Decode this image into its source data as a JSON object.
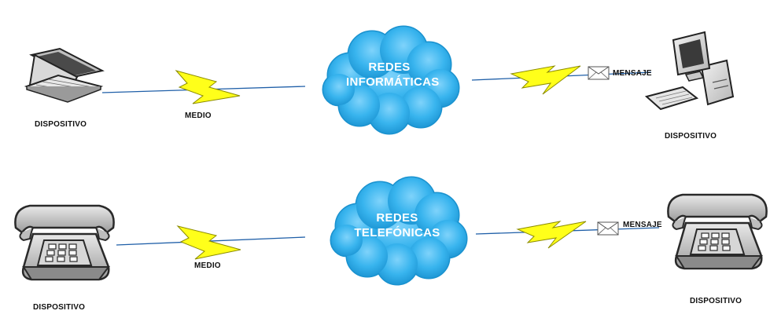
{
  "colors": {
    "cloud_fill": "#35b2ec",
    "cloud_dark": "#1a92cf",
    "lightning": "#ffff1a",
    "lightning_stroke": "#8c8c00",
    "link_line": "#1f5fa8",
    "device_gray": "#9a9a9a"
  },
  "networks": [
    {
      "cloud": {
        "line1": "REDES",
        "line2": "INFORMÁTICAS"
      },
      "left_device": {
        "label": "DISPOSITIVO",
        "icon": "laptop-icon"
      },
      "right_device": {
        "label": "DISPOSITIVO",
        "icon": "desktop-computer-icon"
      },
      "medium_label": "MEDIO",
      "message_label": "MENSAJE"
    },
    {
      "cloud": {
        "line1": "REDES",
        "line2": "TELEFÓNICAS"
      },
      "left_device": {
        "label": "DISPOSITIVO",
        "icon": "telephone-icon"
      },
      "right_device": {
        "label": "DISPOSITIVO",
        "icon": "telephone-icon"
      },
      "medium_label": "MEDIO",
      "message_label": "MENSAJE"
    }
  ]
}
